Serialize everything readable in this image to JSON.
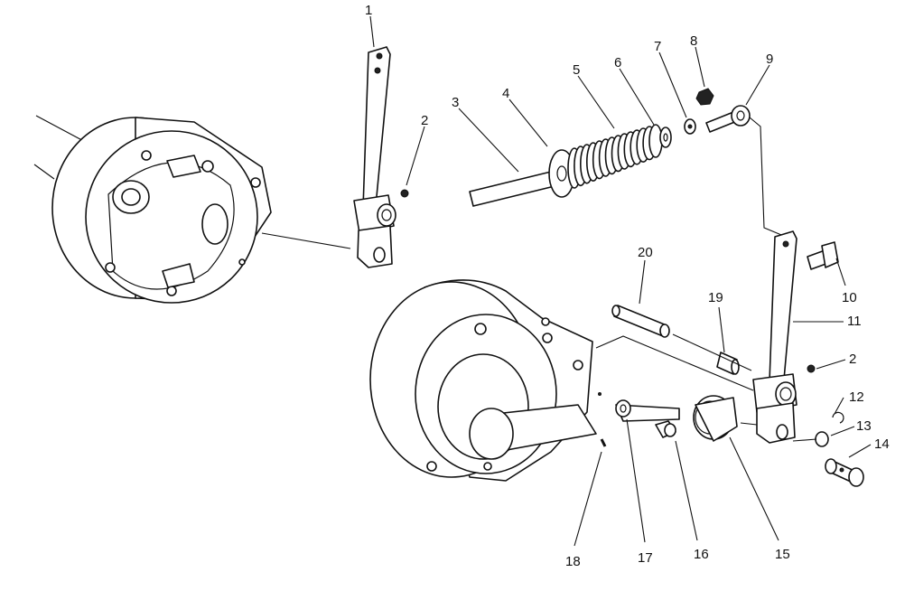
{
  "callouts": [
    {
      "id": "1",
      "text": "1"
    },
    {
      "id": "2a",
      "text": "2"
    },
    {
      "id": "3",
      "text": "3"
    },
    {
      "id": "4",
      "text": "4"
    },
    {
      "id": "5",
      "text": "5"
    },
    {
      "id": "6",
      "text": "6"
    },
    {
      "id": "7",
      "text": "7"
    },
    {
      "id": "8",
      "text": "8"
    },
    {
      "id": "9",
      "text": "9"
    },
    {
      "id": "10",
      "text": "10"
    },
    {
      "id": "11",
      "text": "11"
    },
    {
      "id": "2b",
      "text": "2"
    },
    {
      "id": "12",
      "text": "12"
    },
    {
      "id": "13",
      "text": "13"
    },
    {
      "id": "14",
      "text": "14"
    },
    {
      "id": "15",
      "text": "15"
    },
    {
      "id": "16",
      "text": "16"
    },
    {
      "id": "17",
      "text": "17"
    },
    {
      "id": "18",
      "text": "18"
    },
    {
      "id": "19",
      "text": "19"
    },
    {
      "id": "20",
      "text": "20"
    }
  ]
}
